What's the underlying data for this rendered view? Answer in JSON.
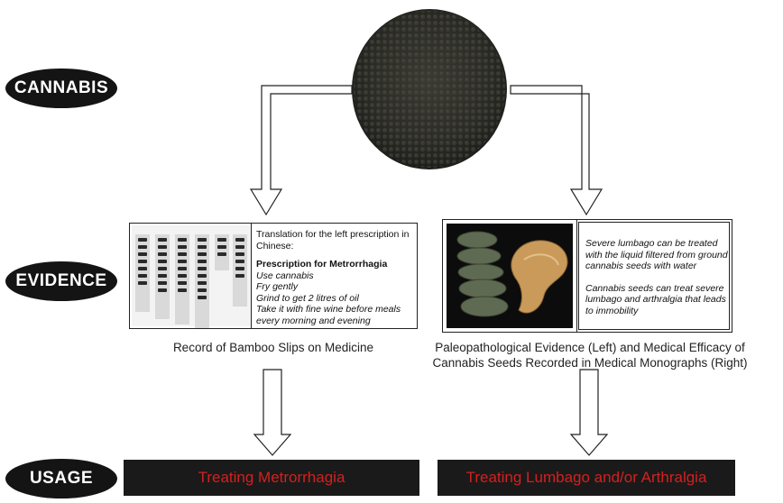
{
  "stages": {
    "cannabis": "CANNABIS",
    "evidence": "EVIDENCE",
    "usage": "USAGE"
  },
  "left_panel": {
    "translation_heading": "Translation for the left prescription in Chinese:",
    "prescription_title": "Prescription for Metrorrhagia",
    "steps": [
      "Use cannabis",
      "Fry gently",
      "Grind to get 2 litres  of oil",
      "Take it with fine wine before meals every morning and evening"
    ],
    "caption": "Record of Bamboo Slips on Medicine"
  },
  "right_panel": {
    "note_1": "Severe lumbago can be treated with the liquid filtered from ground cannabis seeds with water",
    "note_2": "Cannabis seeds can treat severe lumbago and arthralgia that leads to immobility",
    "caption_line1": "Paleopathological Evidence (Left) and Medical Efficacy of",
    "caption_line2": "Cannabis Seeds Recorded in Medical Monographs (Right)"
  },
  "usage": {
    "left": "Treating Metrorrhagia",
    "right": "Treating Lumbago and/or Arthralgia"
  },
  "colors": {
    "oval_fill": "#141414",
    "usage_bar_fill": "#1a1a1a",
    "usage_text": "#d42020",
    "seed_pile": "#2b2b26"
  }
}
